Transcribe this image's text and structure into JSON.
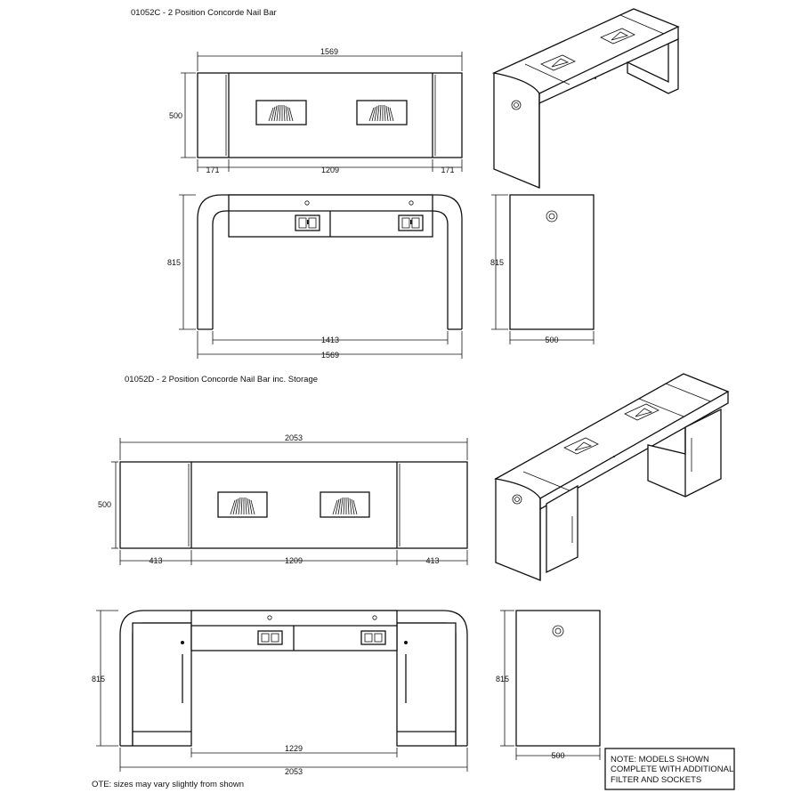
{
  "titles": {
    "top": "01052C - 2 Position Concorde Nail Bar",
    "bottom": "01052D - 2 Position Concorde Nail Bar inc. Storage"
  },
  "dims_c": {
    "plan_width": "1569",
    "plan_depth": "500",
    "plan_end_left": "171",
    "plan_center": "1209",
    "plan_end_right": "171",
    "front_height": "815",
    "front_inner": "1413",
    "front_width": "1569",
    "side_height": "815",
    "side_depth": "500"
  },
  "dims_d": {
    "plan_width": "2053",
    "plan_depth": "500",
    "plan_end_left": "413",
    "plan_center": "1209",
    "plan_end_right": "413",
    "front_height": "815",
    "front_inner": "1229",
    "front_width": "2053",
    "side_height": "815",
    "side_depth": "500"
  },
  "footnote": "OTE: sizes may vary slightly from shown",
  "note_box": {
    "line1": "NOTE: MODELS SHOWN",
    "line2": "COMPLETE WITH ADDITIONAL",
    "line3": "FILTER AND SOCKETS"
  }
}
